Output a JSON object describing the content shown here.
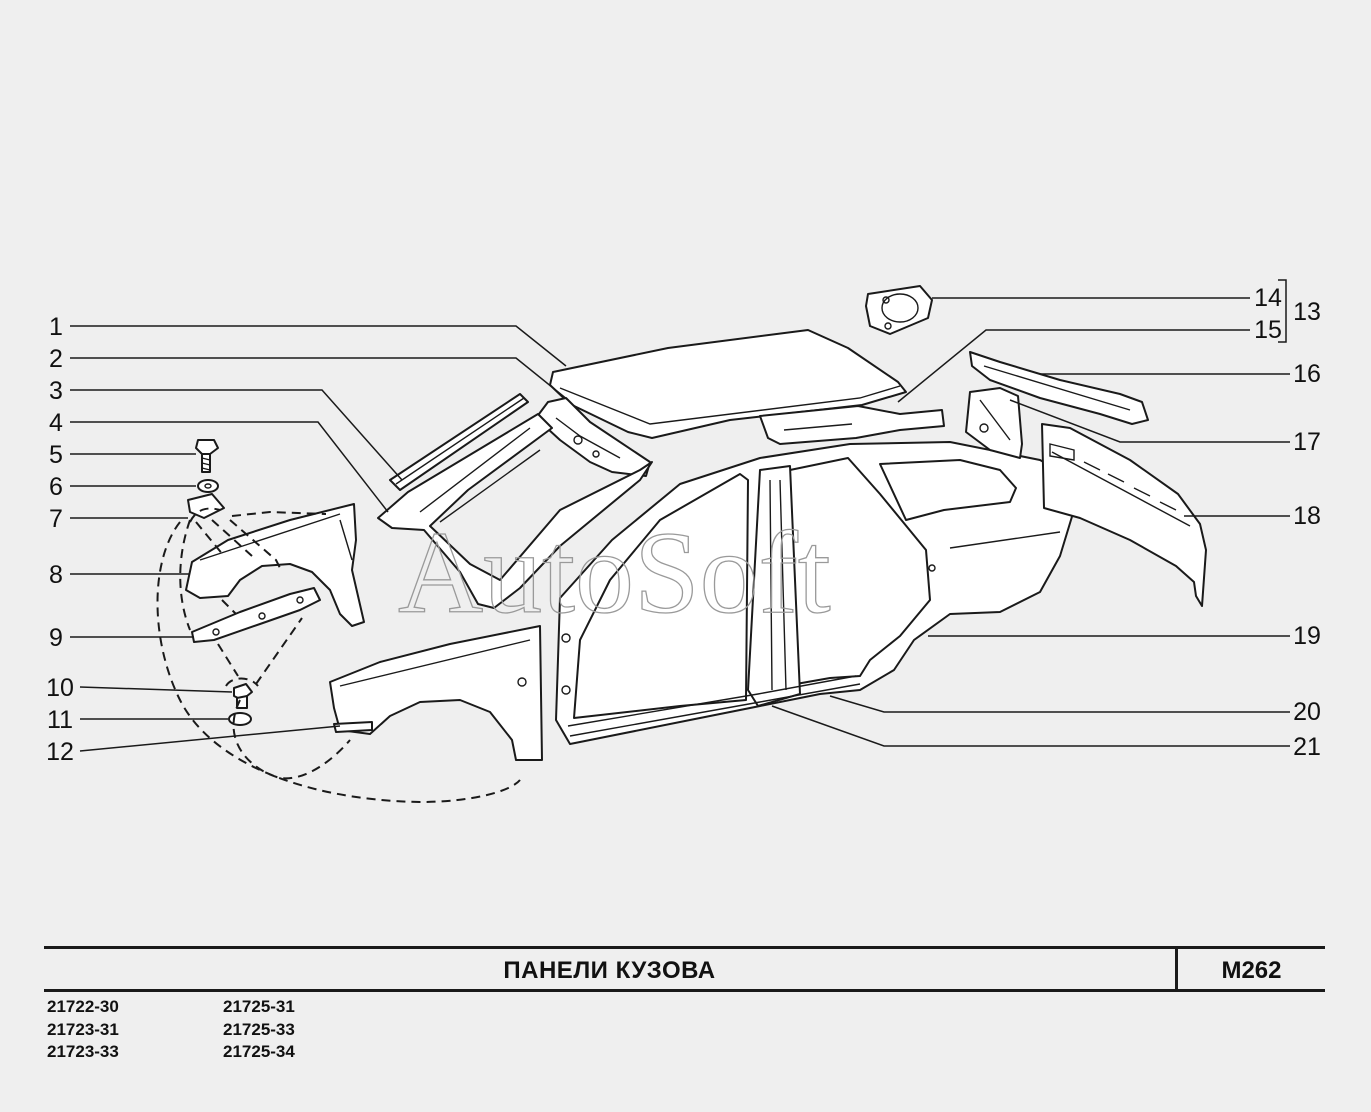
{
  "watermark": "AutoSoft",
  "callouts": [
    {
      "id": "c1",
      "label": "1"
    },
    {
      "id": "c2",
      "label": "2"
    },
    {
      "id": "c3",
      "label": "3"
    },
    {
      "id": "c4",
      "label": "4"
    },
    {
      "id": "c5",
      "label": "5"
    },
    {
      "id": "c6",
      "label": "6"
    },
    {
      "id": "c7",
      "label": "7"
    },
    {
      "id": "c8",
      "label": "8"
    },
    {
      "id": "c9",
      "label": "9"
    },
    {
      "id": "c10",
      "label": "10"
    },
    {
      "id": "c11",
      "label": "11"
    },
    {
      "id": "c12",
      "label": "12"
    },
    {
      "id": "c13",
      "label": "13"
    },
    {
      "id": "c14",
      "label": "14"
    },
    {
      "id": "c15",
      "label": "15"
    },
    {
      "id": "c16",
      "label": "16"
    },
    {
      "id": "c17",
      "label": "17"
    },
    {
      "id": "c18",
      "label": "18"
    },
    {
      "id": "c19",
      "label": "19"
    },
    {
      "id": "c20",
      "label": "20"
    },
    {
      "id": "c21",
      "label": "21"
    }
  ],
  "title_block": {
    "title": "ПАНЕЛИ   КУЗОВА",
    "code": "M262"
  },
  "models": {
    "column1": [
      "21722-30",
      "21723-31",
      "21723-33"
    ],
    "column2": [
      "21725-31",
      "21725-33",
      "21725-34"
    ]
  }
}
